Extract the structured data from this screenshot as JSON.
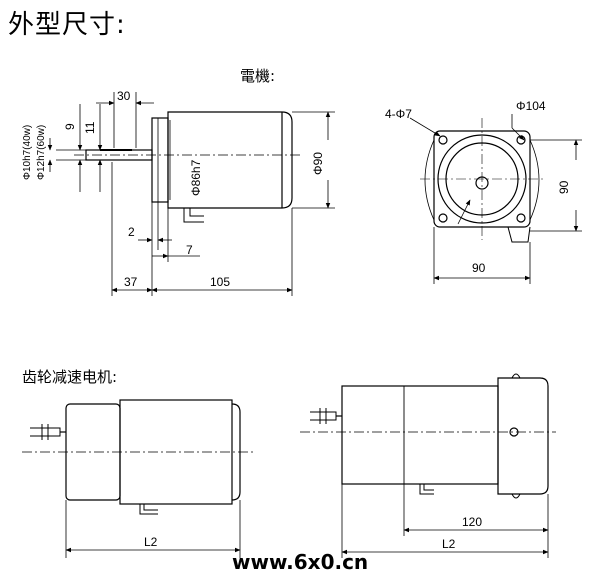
{
  "page_title": "外型尺寸:",
  "motor_section": {
    "title": "電機:",
    "dims": {
      "shaft_len": "30",
      "key_9": "9",
      "key_11": "11",
      "shaft_dia_40w": "Φ10h7(40w)",
      "shaft_dia_60w": "Φ12h7(60w)",
      "pilot_dia": "Φ86h7",
      "body_dia": "Φ90",
      "dim_2": "2",
      "dim_7": "7",
      "dim_37": "37",
      "dim_105": "105"
    }
  },
  "front_view": {
    "holes": "4-Φ7",
    "pcd": "Φ104",
    "width": "90",
    "height": "90"
  },
  "gear_section": {
    "title": "齿轮减速电机:",
    "left_l2": "L2",
    "right_120": "120",
    "right_l2": "L2"
  },
  "watermark": "www.6x0.cn",
  "colors": {
    "line": "#000000",
    "watermark_red": "#e60000",
    "watermark_orange": "#ff9900"
  }
}
